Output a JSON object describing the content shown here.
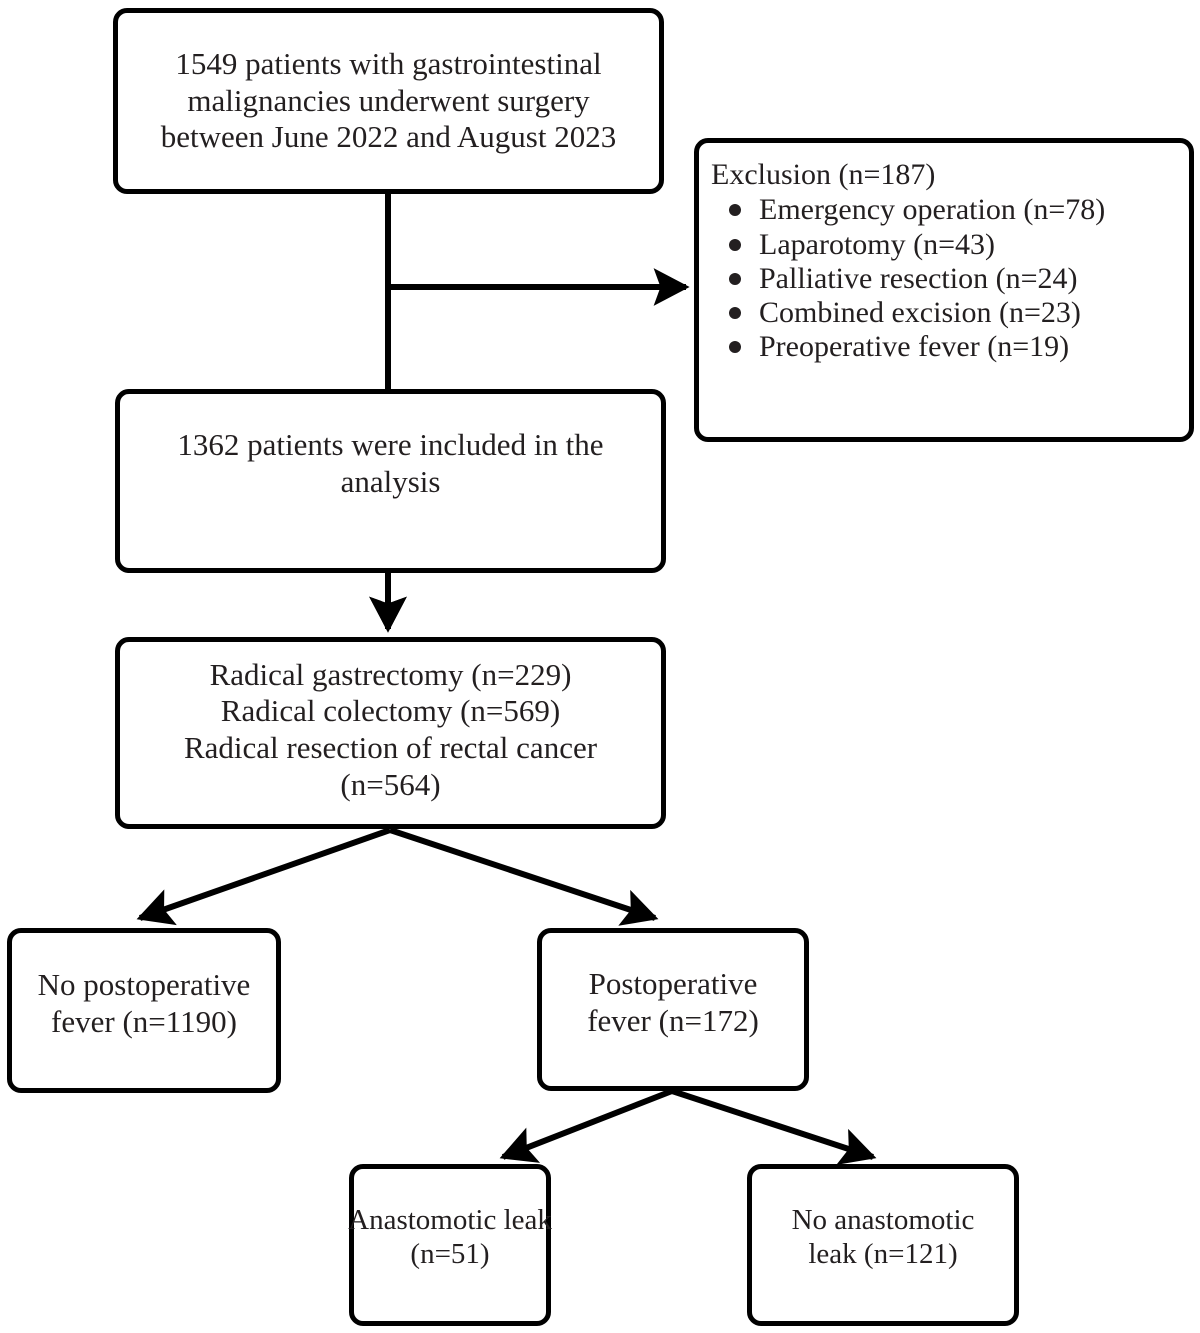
{
  "diagram": {
    "type": "flowchart",
    "title": "Patient enrollment flow diagram",
    "accent_color": "#000000",
    "text_color": "#231f20",
    "background": "#ffffff"
  },
  "nodes": {
    "enrollment": {
      "lines": [
        "1549 patients with gastrointestinal",
        "malignancies underwent surgery",
        "between June 2022 and August 2023"
      ]
    },
    "exclusion": {
      "title": "Exclusion (n=187)",
      "items": [
        "Emergency operation (n=78)",
        "Laparotomy (n=43)",
        "Palliative resection (n=24)",
        "Combined excision (n=23)",
        "Preoperative fever (n=19)"
      ]
    },
    "included": {
      "lines": [
        "1362 patients were included in the",
        "analysis"
      ]
    },
    "procedures": {
      "lines": [
        "Radical gastrectomy (n=229)",
        "Radical colectomy (n=569)",
        "Radical resection of rectal cancer",
        "(n=564)"
      ]
    },
    "no_fever": {
      "lines": [
        "No postoperative",
        "fever (n=1190)"
      ]
    },
    "fever": {
      "lines": [
        "Postoperative",
        "fever (n=172)"
      ]
    },
    "leak": {
      "lines": [
        "Anastomotic leak",
        "(n=51)"
      ]
    },
    "no_leak": {
      "lines": [
        "No anastomotic",
        "leak (n=121)"
      ]
    }
  },
  "counts": {
    "screened": 1549,
    "excluded_total": 187,
    "excluded_emergency_operation": 78,
    "excluded_laparotomy": 43,
    "excluded_palliative_resection": 24,
    "excluded_combined_excision": 23,
    "excluded_preoperative_fever": 19,
    "included": 1362,
    "radical_gastrectomy": 229,
    "radical_colectomy": 569,
    "radical_resection_rectal_cancer": 564,
    "no_postoperative_fever": 1190,
    "postoperative_fever": 172,
    "anastomotic_leak": 51,
    "no_anastomotic_leak": 121
  }
}
